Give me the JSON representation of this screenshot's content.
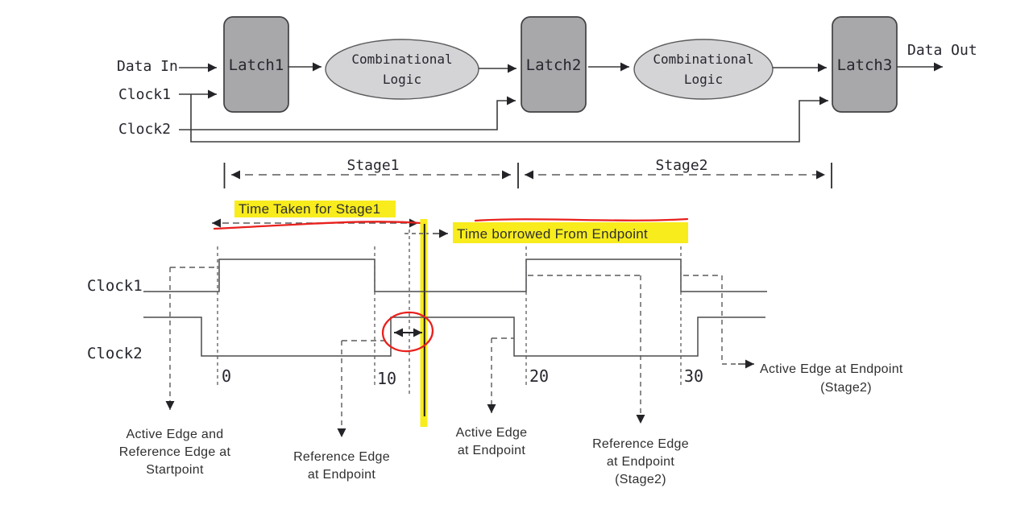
{
  "block": {
    "data_in": "Data In",
    "clock1": "Clock1",
    "clock2": "Clock2",
    "latch1": "Latch1",
    "latch2": "Latch2",
    "latch3": "Latch3",
    "comb1": [
      "Combinational",
      "Logic"
    ],
    "comb2": [
      "Combinational",
      "Logic"
    ],
    "data_out": "Data Out"
  },
  "stages": {
    "stage1": "Stage1",
    "stage2": "Stage2"
  },
  "wave": {
    "clock1": "Clock1",
    "clock2": "Clock2",
    "ticks": [
      "0",
      "10",
      "20",
      "30"
    ],
    "time_taken": "Time Taken for Stage1",
    "time_borrowed": "Time borrowed From Endpoint"
  },
  "notes": {
    "startpoint": [
      "Active Edge and",
      "Reference Edge at",
      "Startpoint"
    ],
    "ref_end": [
      "Reference Edge",
      "at Endpoint"
    ],
    "active_end": [
      "Active Edge",
      "at Endpoint"
    ],
    "ref_end_s2": [
      "Reference Edge",
      "at Endpoint",
      "(Stage2)"
    ],
    "active_end_s2": [
      "Active Edge at Endpoint",
      "(Stage2)"
    ]
  },
  "colors": {
    "highlight_yellow": "#f8ec1c",
    "mark_red": "#e8211d",
    "latch_fill": "#a8a8aa",
    "ellipse_fill": "#d4d4d6",
    "line_dark": "#3b3b3d",
    "line_gray": "#5a5a5c",
    "text": "#26262e"
  }
}
